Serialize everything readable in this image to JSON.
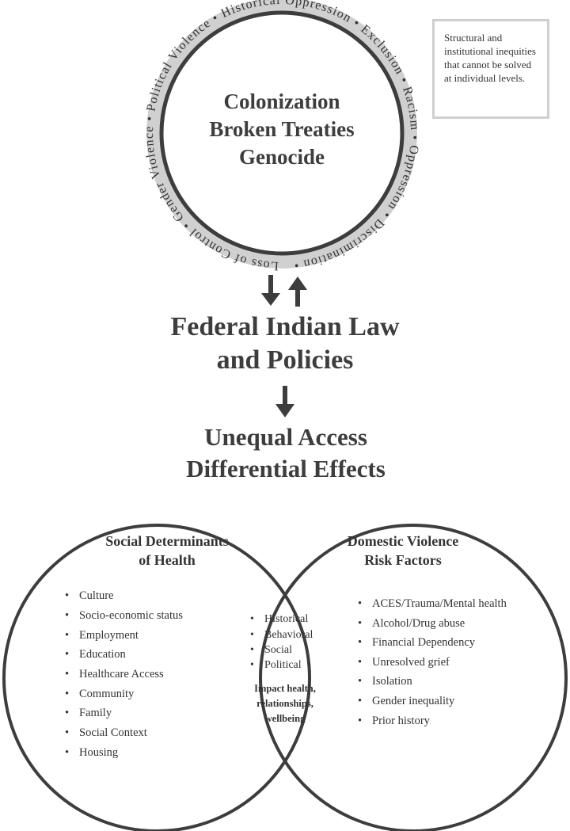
{
  "top_circle": {
    "center_lines": [
      "Colonization",
      "Broken Treaties",
      "Genocide"
    ],
    "ring_terms": [
      "Loss of Control",
      "Gender Violence",
      "Political Violence",
      "Historical Oppression",
      "Exclusion",
      "Racism",
      "Oppression",
      "Discrimination"
    ]
  },
  "note": {
    "text": "Structural and institutional inequities that cannot be solved at individual levels."
  },
  "federal": {
    "lines": [
      "Federal Indian Law",
      "and Policies"
    ]
  },
  "outcome": {
    "lines": [
      "Unequal Access",
      "Differential Effects"
    ]
  },
  "left_circle": {
    "title_lines": [
      "Social Determinants",
      "of Health"
    ],
    "items": [
      "Culture",
      "Socio-economic status",
      "Employment",
      "Education",
      "Healthcare Access",
      "Community",
      "Family",
      "Social Context",
      "Housing"
    ]
  },
  "right_circle": {
    "title_lines": [
      "Domestic Violence",
      "Risk Factors"
    ],
    "items": [
      "ACES/Trauma/Mental health",
      "Alcohol/Drug abuse",
      "Financial Dependency",
      "Unresolved grief",
      "Isolation",
      "Gender inequality",
      "Prior history"
    ]
  },
  "overlap": {
    "items": [
      "Historical",
      "Behavioral",
      "Social",
      "Political"
    ],
    "impact_lines": [
      "Impact health,",
      "relationships,",
      "wellbeing"
    ]
  },
  "colors": {
    "dark": "#3d3d3d",
    "ring": "#d0d0d0",
    "text": "#333333"
  }
}
